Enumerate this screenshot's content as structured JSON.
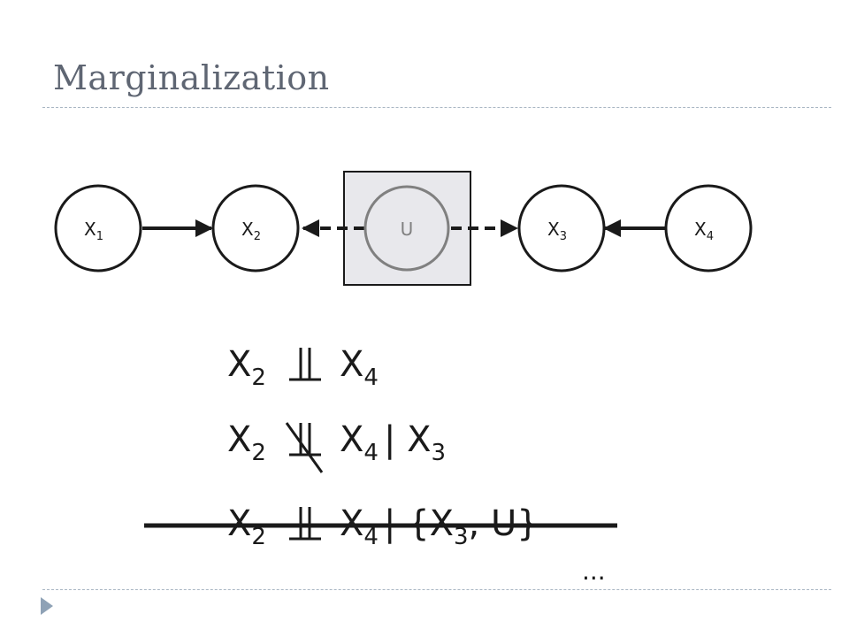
{
  "slide": {
    "title": "Marginalization",
    "ellipsis": "..."
  },
  "diagram": {
    "nodes": [
      {
        "id": "x1",
        "label": "X",
        "sub": "1",
        "observed": true
      },
      {
        "id": "x2",
        "label": "X",
        "sub": "2",
        "observed": true
      },
      {
        "id": "u",
        "label": "U",
        "sub": "",
        "observed": false
      },
      {
        "id": "x3",
        "label": "X",
        "sub": "3",
        "observed": true
      },
      {
        "id": "x4",
        "label": "X",
        "sub": "4",
        "observed": true
      }
    ],
    "edges": [
      {
        "from": "x1",
        "to": "x2",
        "style": "solid"
      },
      {
        "from": "u",
        "to": "x2",
        "style": "dashed"
      },
      {
        "from": "u",
        "to": "x3",
        "style": "dashed"
      },
      {
        "from": "x4",
        "to": "x3",
        "style": "solid"
      }
    ]
  },
  "statements": [
    {
      "left": "X",
      "left_sub": "2",
      "right": "X",
      "right_sub": "4",
      "given": "",
      "negated": false,
      "struck": false
    },
    {
      "left": "X",
      "left_sub": "2",
      "right": "X",
      "right_sub": "4",
      "given": "| X",
      "given_sub": "3",
      "negated": true,
      "struck": false
    },
    {
      "left": "X",
      "left_sub": "2",
      "right": "X",
      "right_sub": "4",
      "given": "| {X",
      "given_sub": "3",
      "given_tail": ", U}",
      "negated": false,
      "struck": true
    }
  ],
  "colors": {
    "title": "#5f6673",
    "rule": "#a9b6c3",
    "latent_box": "#e8e8ec",
    "latent_node": "#808080",
    "ink": "#1a1a1a"
  }
}
